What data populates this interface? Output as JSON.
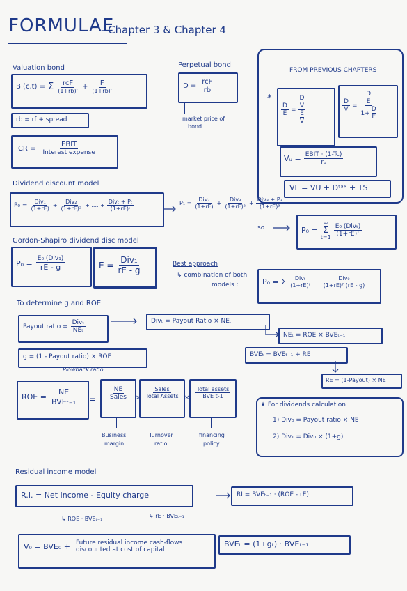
{
  "header": {
    "title": "FORMULAE",
    "subtitle": "- Chapter 3 & Chapter 4"
  },
  "valuation_bond": {
    "heading": "Valuation bond",
    "formula_lhs": "B (c,t) =",
    "sum": "Σ",
    "term1_num": "rcF",
    "term1_den": "(1+rb)ᵗ",
    "plus": "+",
    "term2_num": "F",
    "term2_den": "(1+rb)ᵗ",
    "rb": "rb = rf + spread"
  },
  "perpetual_bond": {
    "heading": "Perpetual bond",
    "lhs": "D =",
    "num": "rcF",
    "den": "rb",
    "note1": "market price of",
    "note2": "bond"
  },
  "icr": {
    "lhs": "ICR =",
    "num": "EBIT",
    "den": "Interest expense"
  },
  "previous_chapters": {
    "heading": "FROM PREVIOUS CHAPTERS",
    "star": "*",
    "de_lhs_num": "D",
    "de_lhs_den": "E",
    "de_rhs_top_num": "D",
    "de_rhs_top_den": "V",
    "de_rhs_bot_num": "E",
    "de_rhs_bot_den": "V",
    "dv_lhs_num": "D",
    "dv_lhs_den": "V",
    "dv_rhs_top_num": "D",
    "dv_rhs_top_den": "E",
    "dv_rhs_bot": "1+",
    "dv_rhs_bot_num": "D",
    "dv_rhs_bot_den": "E",
    "vu_lhs": "Vᵤ =",
    "vu_num": "EBIT · (1-Tc)",
    "vu_den": "rᵤ",
    "vl": "VL = VU + Dᵗᵃˣ + TS"
  },
  "ddm": {
    "heading": "Dividend discount model",
    "p0": "P₀ =",
    "t1_num": "Div₁",
    "t1_den": "(1+rE)",
    "t2_num": "Div₂",
    "t2_den": "(1+rE)²",
    "dots": "+ .... +",
    "tn_num": "Divₜ + Pₜ",
    "tn_den": "(1+rE)ᵗ",
    "p1": "P₁ =",
    "p1_t1_num": "Div₂",
    "p1_t1_den": "(1+rE)",
    "p1_t2_num": "Div₃",
    "p1_t2_den": "(1+rE)²",
    "p1_t3_num": "Div₃ + P₃",
    "p1_t3_den": "(1+rE)³",
    "so": "so",
    "result_lhs": "P₀ =",
    "result_sum": "Σ",
    "result_sum_top": "∞",
    "result_sum_bot": "t=1",
    "result_num": "E₀ (Divₜ)",
    "result_den": "(1+rE)ᵀ"
  },
  "gordon": {
    "heading": "Gordon-Shapiro dividend disc model",
    "lhs": "P₀ =",
    "num": "E₀ (Div₁)",
    "den": "rE - g",
    "e_lhs": "E =",
    "e_num": "Div₁",
    "e_den": "rE - g",
    "best_heading": "Best approach",
    "best_line1": "↳ combination of both",
    "best_line2": "models :",
    "combo_lhs": "P₀ = Σ",
    "combo_t1_num": "Divₜ",
    "combo_t1_den": "(1+rE)ᵗ",
    "combo_t2_num": "Div₀",
    "combo_t2_den": "(1+rE)ᵀ (rE - g)"
  },
  "g_roe": {
    "heading": "To determine g and ROE",
    "payout_lhs": "Payout ratio =",
    "payout_num": "Divₜ",
    "payout_den": "NEₜ",
    "div_eq": "Divₜ = Payout Ratio × NEₜ",
    "ne_eq": "NEₜ = ROE × BVEₜ₋₁",
    "g_eq": "g = (1 - Payout ratio) × ROE",
    "g_note": "Plowback ratio",
    "bve_eq": "BVEₜ = BVEₜ₋₁ + RE",
    "re_eq": "RE = (1-Payout) × NE",
    "roe_lhs": "ROE =",
    "roe_num": "NE",
    "roe_den": "BVEₜ₋₁",
    "eq": "=",
    "d1_num": "NE",
    "d1_den": "Sales",
    "d2_num": "Sales",
    "d2_den": "Total Assets",
    "d3_num": "Total assets",
    "d3_den": "BVE t-1",
    "times": "×",
    "lbl1a": "Business",
    "lbl1b": "margin",
    "lbl2a": "Turnover",
    "lbl2b": "ratio",
    "lbl3a": "financing",
    "lbl3b": "policy",
    "div_calc_heading": "★ For dividends calculation",
    "div_calc_1": "1)  Div₀ = Payout ratio × NE",
    "div_calc_2": "2) Div₁ = Div₀ × (1+g)"
  },
  "residual": {
    "heading": "Residual income model",
    "ri_eq": "R.I.  =  Net Income  -  Equity charge",
    "ri_rhs": "RI =  BVEₜ₋₁ · (ROE - rE)",
    "note1": "↳ ROE · BVEₜ₋₁",
    "note2": "↳ rE · BVEₜ₋₁",
    "v0_lhs": "V₀ = BVE₀ +",
    "v0_line1": "Future residual income cash-flows",
    "v0_line2": "discounted at cost of capital",
    "bve_growth": "BVEₜ  =  (1+gₜ) · BVEₜ₋₁"
  },
  "colors": {
    "ink": "#1f3a8a",
    "paper": "#f7f7f5"
  }
}
